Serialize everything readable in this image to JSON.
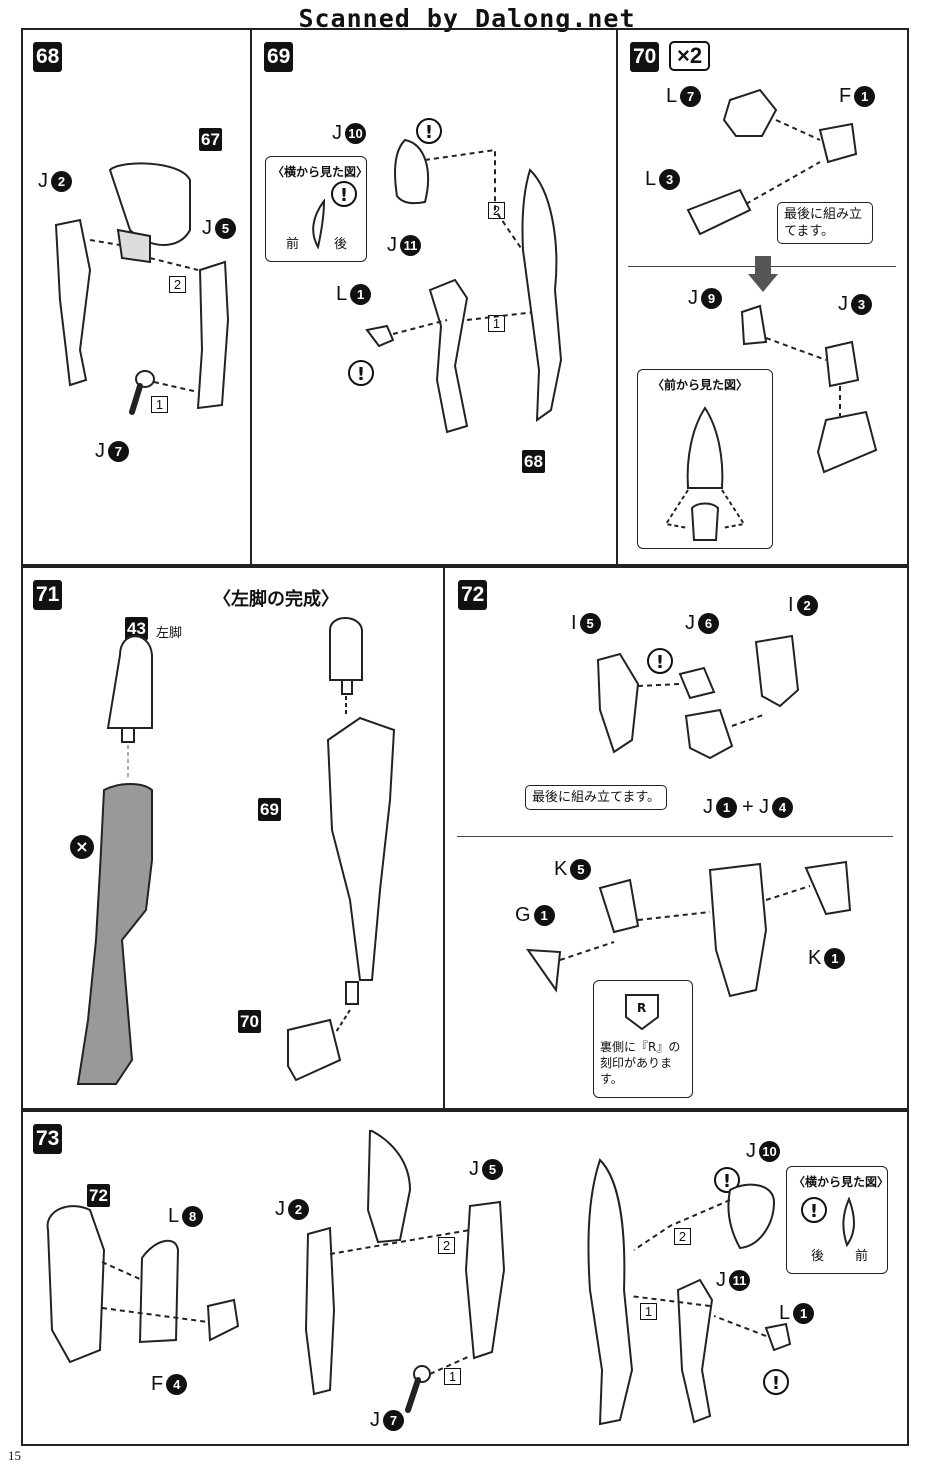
{
  "banner": "Scanned by Dalong.net",
  "page_number": "15",
  "steps": {
    "s68": {
      "no": "68",
      "ref": "67",
      "parts": {
        "a": "J",
        "an": "2",
        "b": "J",
        "bn": "5",
        "c": "J",
        "cn": "7"
      },
      "order": {
        "o1": "1",
        "o2": "2"
      }
    },
    "s69": {
      "no": "69",
      "side_view": {
        "title": "〈横から見た図〉",
        "front": "前",
        "back": "後"
      },
      "parts": {
        "a": "J",
        "an": "10",
        "b": "J",
        "bn": "11",
        "c": "L",
        "cn": "1"
      },
      "order": {
        "o1": "1",
        "o2": "2"
      },
      "ref": "68",
      "warn": "!"
    },
    "s70": {
      "no": "70",
      "multiplier": "×2",
      "parts": {
        "a": "L",
        "an": "7",
        "b": "F",
        "bn": "1",
        "c": "L",
        "cn": "3",
        "d": "J",
        "dn": "9",
        "e": "J",
        "en": "3"
      },
      "note": "最後に組み立てます。",
      "front_view": "〈前から見た図〉"
    },
    "s71": {
      "no": "71",
      "head_ref": "43",
      "head_label": "左脚",
      "title": "〈左脚の完成〉",
      "ref_a": "69",
      "ref_b": "70",
      "ng": "×"
    },
    "s72": {
      "no": "72",
      "parts": {
        "a": "I",
        "an": "5",
        "b": "J",
        "bn": "6",
        "c": "I",
        "cn": "2",
        "d": "J",
        "dn": "1",
        "e": "J",
        "en": "4",
        "f": "K",
        "fn": "5",
        "g": "G",
        "gn": "1",
        "h": "K",
        "hn": "1"
      },
      "plus": "+",
      "note": "最後に組み立てます。",
      "stamp": {
        "mark": "R",
        "text": "裏側に『R』の刻印があります。"
      }
    },
    "s73": {
      "no": "73",
      "ref": "72",
      "parts": {
        "a": "L",
        "an": "8",
        "b": "F",
        "bn": "4",
        "c": "J",
        "cn": "2",
        "d": "J",
        "dn": "5",
        "e": "J",
        "en": "7",
        "f": "J",
        "fn": "10",
        "g": "J",
        "gn": "11",
        "h": "L",
        "hn": "1"
      },
      "order": {
        "o1": "1",
        "o2": "2"
      },
      "side_view": {
        "title": "〈横から見た図〉",
        "back": "後",
        "front": "前"
      }
    }
  }
}
